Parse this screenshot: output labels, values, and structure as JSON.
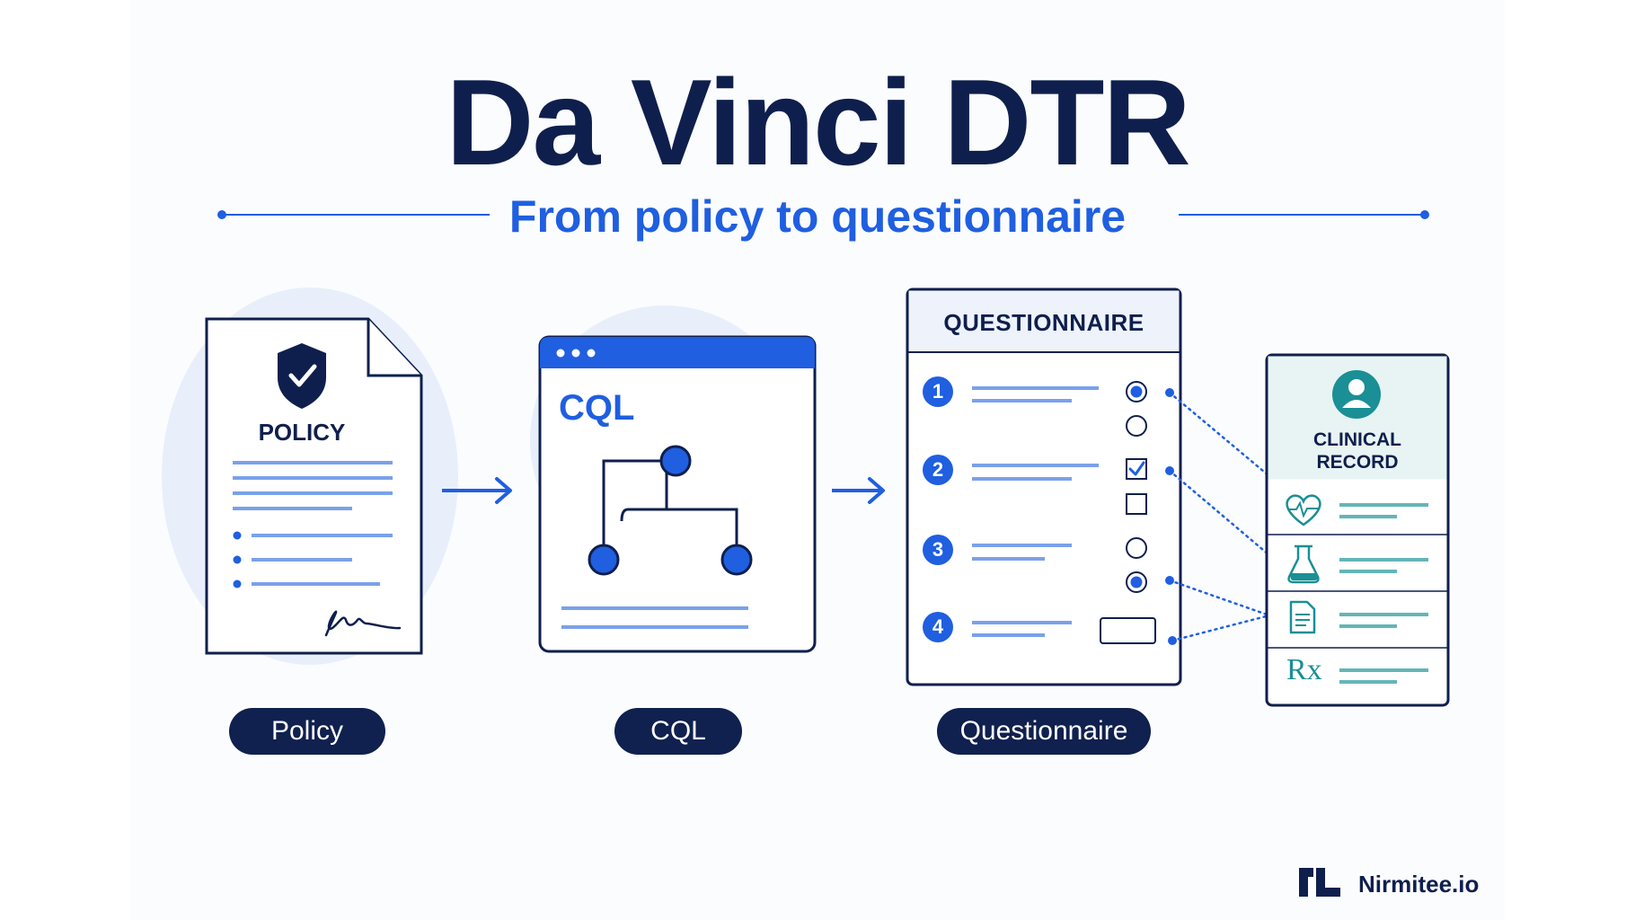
{
  "header": {
    "title": "Da Vinci DTR",
    "subtitle": "From policy to questionnaire"
  },
  "policy_card": {
    "heading": "POLICY",
    "pill": "Policy",
    "icon": "shield-check-icon"
  },
  "cql_card": {
    "heading": "CQL",
    "pill": "CQL",
    "icon": "tree-graph-icon"
  },
  "questionnaire_card": {
    "heading": "QUESTIONNAIRE",
    "pill": "Questionnaire",
    "questions": [
      {
        "number": "1",
        "control": "radio",
        "options": [
          "selected",
          "empty"
        ]
      },
      {
        "number": "2",
        "control": "checkbox",
        "options": [
          "checked",
          "empty"
        ]
      },
      {
        "number": "3",
        "control": "radio",
        "options": [
          "empty",
          "selected"
        ]
      },
      {
        "number": "4",
        "control": "text-input",
        "options": []
      }
    ]
  },
  "clinical_record": {
    "heading_line1": "CLINICAL",
    "heading_line2": "RECORD",
    "rows": [
      {
        "icon": "heart-pulse-icon"
      },
      {
        "icon": "flask-icon"
      },
      {
        "icon": "document-icon"
      },
      {
        "icon": "rx-icon",
        "glyph": "Rx"
      }
    ]
  },
  "brand": {
    "name": "Nirmitee.io",
    "icon": "nirmitee-logo-icon"
  },
  "colors": {
    "navy": "#0f1f4d",
    "blue": "#1f5fe0",
    "teal": "#1a8f95",
    "light_blue_text_lines": "#7aa1ea",
    "halo": "#e8effb"
  }
}
